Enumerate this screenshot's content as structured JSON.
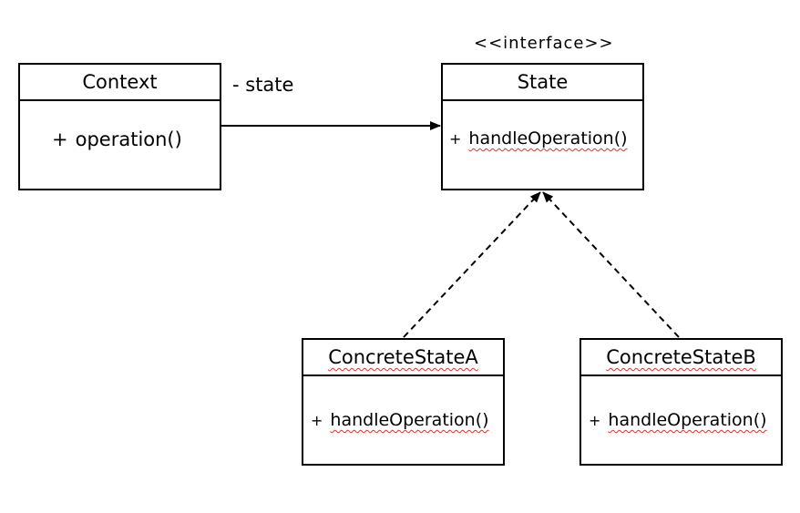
{
  "diagram": {
    "context": {
      "name": "Context",
      "operation": {
        "visibility": "+",
        "name": "operation()"
      }
    },
    "state": {
      "stereotype": "<<interface>>",
      "name": "State",
      "operation": {
        "visibility": "+",
        "name": "handleOperation()"
      }
    },
    "concrete_state_a": {
      "name": "ConcreteStateA",
      "operation": {
        "visibility": "+",
        "name": "handleOperation()"
      }
    },
    "concrete_state_b": {
      "name": "ConcreteStateB",
      "operation": {
        "visibility": "+",
        "name": "handleOperation()"
      }
    },
    "association": {
      "label": "- state",
      "from": "Context",
      "to": "State",
      "style": "solid-arrow"
    },
    "realizations": [
      {
        "from": "ConcreteStateA",
        "to": "State",
        "style": "dashed-arrow"
      },
      {
        "from": "ConcreteStateB",
        "to": "State",
        "style": "dashed-arrow"
      }
    ]
  }
}
